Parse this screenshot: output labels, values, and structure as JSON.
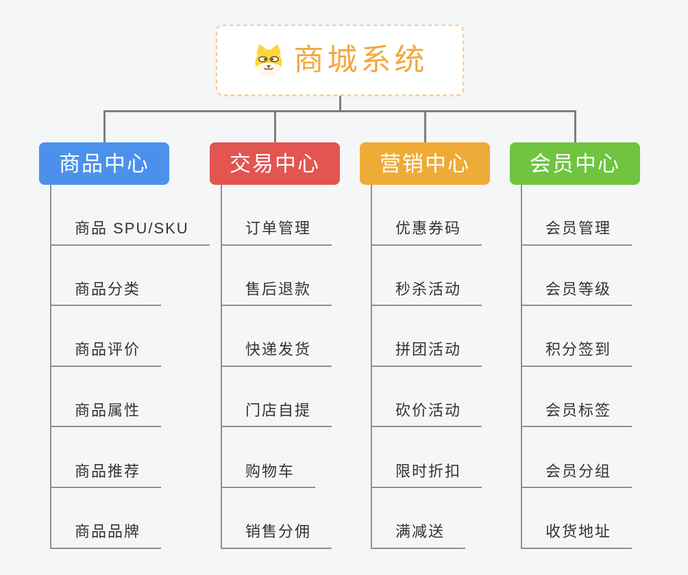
{
  "page": {
    "background": "#f5f6f7"
  },
  "root": {
    "title": "商城系统",
    "icon": "dog-face-icon",
    "text_color": "#f0a940",
    "border_color": "#f6cc92"
  },
  "connector_color": "#7e7e7e",
  "line_color": "#8e8e8e",
  "branches": [
    {
      "label": "商品中心",
      "color": "#4b91ec",
      "items": [
        "商品 SPU/SKU",
        "商品分类",
        "商品评价",
        "商品属性",
        "商品推荐",
        "商品品牌"
      ]
    },
    {
      "label": "交易中心",
      "color": "#e25551",
      "items": [
        "订单管理",
        "售后退款",
        "快递发货",
        "门店自提",
        "购物车",
        "销售分佣"
      ]
    },
    {
      "label": "营销中心",
      "color": "#eeab38",
      "items": [
        "优惠券码",
        "秒杀活动",
        "拼团活动",
        "砍价活动",
        "限时折扣",
        "满减送"
      ]
    },
    {
      "label": "会员中心",
      "color": "#70c440",
      "items": [
        "会员管理",
        "会员等级",
        "积分签到",
        "会员标签",
        "会员分组",
        "收货地址"
      ]
    }
  ]
}
